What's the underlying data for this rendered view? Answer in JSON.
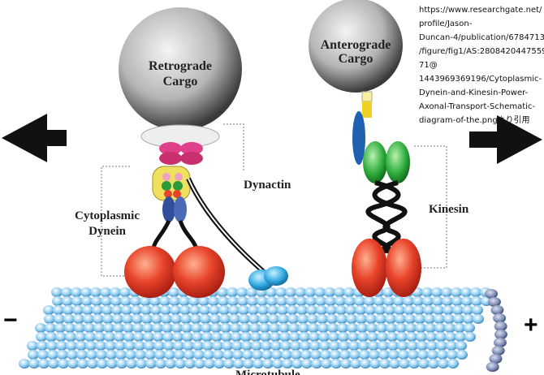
{
  "labels": {
    "retrograde_cargo": [
      "Retrograde",
      "Cargo"
    ],
    "anterograde_cargo": [
      "Anterograde",
      "Cargo"
    ],
    "dynactin": "Dynactin",
    "cytoplasmic_dynein": [
      "Cytoplasmic",
      "Dynein"
    ],
    "kinesin": "Kinesin",
    "microtubule": "Microtubule",
    "minus": "−",
    "plus": "+"
  },
  "source_caption": [
    "https://www.researchgate.net/",
    "profile/Jason-",
    "Duncan-4/publication/6784713",
    "/figure/fig1/AS:2808420447559",
    "71@",
    "1443969369196/Cytoplasmic-",
    "Dynein-and-Kinesin-Power-",
    "Axonal-Transport-Schematic-",
    "diagram-of-the.pngより引用"
  ],
  "colors": {
    "motor_head": "#e8442a",
    "dynein_stalk": "#2f4f9a",
    "kinesin_neck": "#2a9a3a",
    "dynactin_pink": "#e0408a",
    "microtubule": "#6ab8e8"
  }
}
